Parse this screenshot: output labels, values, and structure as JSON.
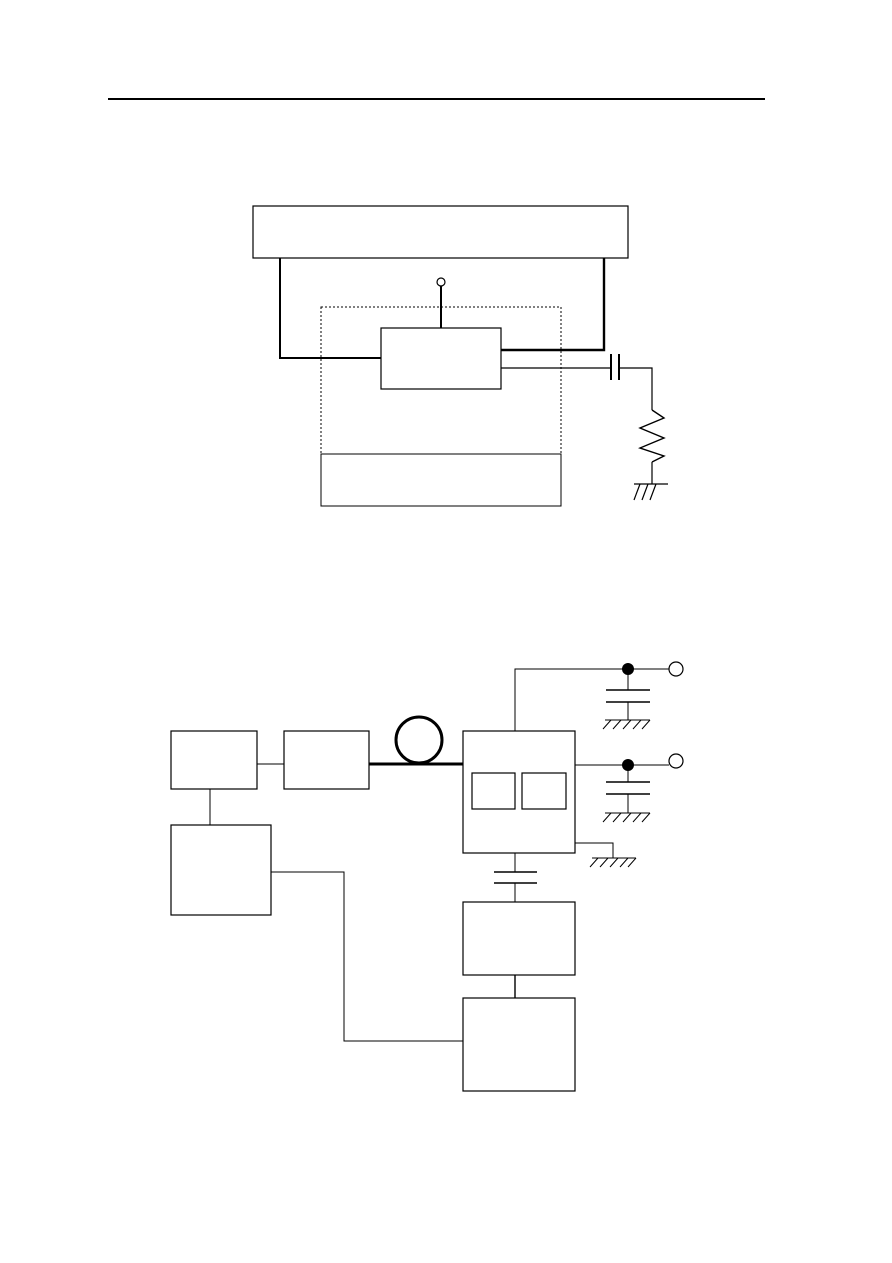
{
  "page": {
    "background": "#ffffff",
    "ink": "#000000"
  },
  "diagrams": [
    {
      "name": "circuit-diagram-top",
      "components": [
        "rectangle-block",
        "dashed-enclosure",
        "terminal",
        "capacitor",
        "resistor",
        "ground"
      ]
    },
    {
      "name": "block-diagram-bottom",
      "components": [
        "rectangle-block",
        "fiber-coil",
        "terminal",
        "junction-dot",
        "capacitor",
        "ground"
      ]
    }
  ]
}
